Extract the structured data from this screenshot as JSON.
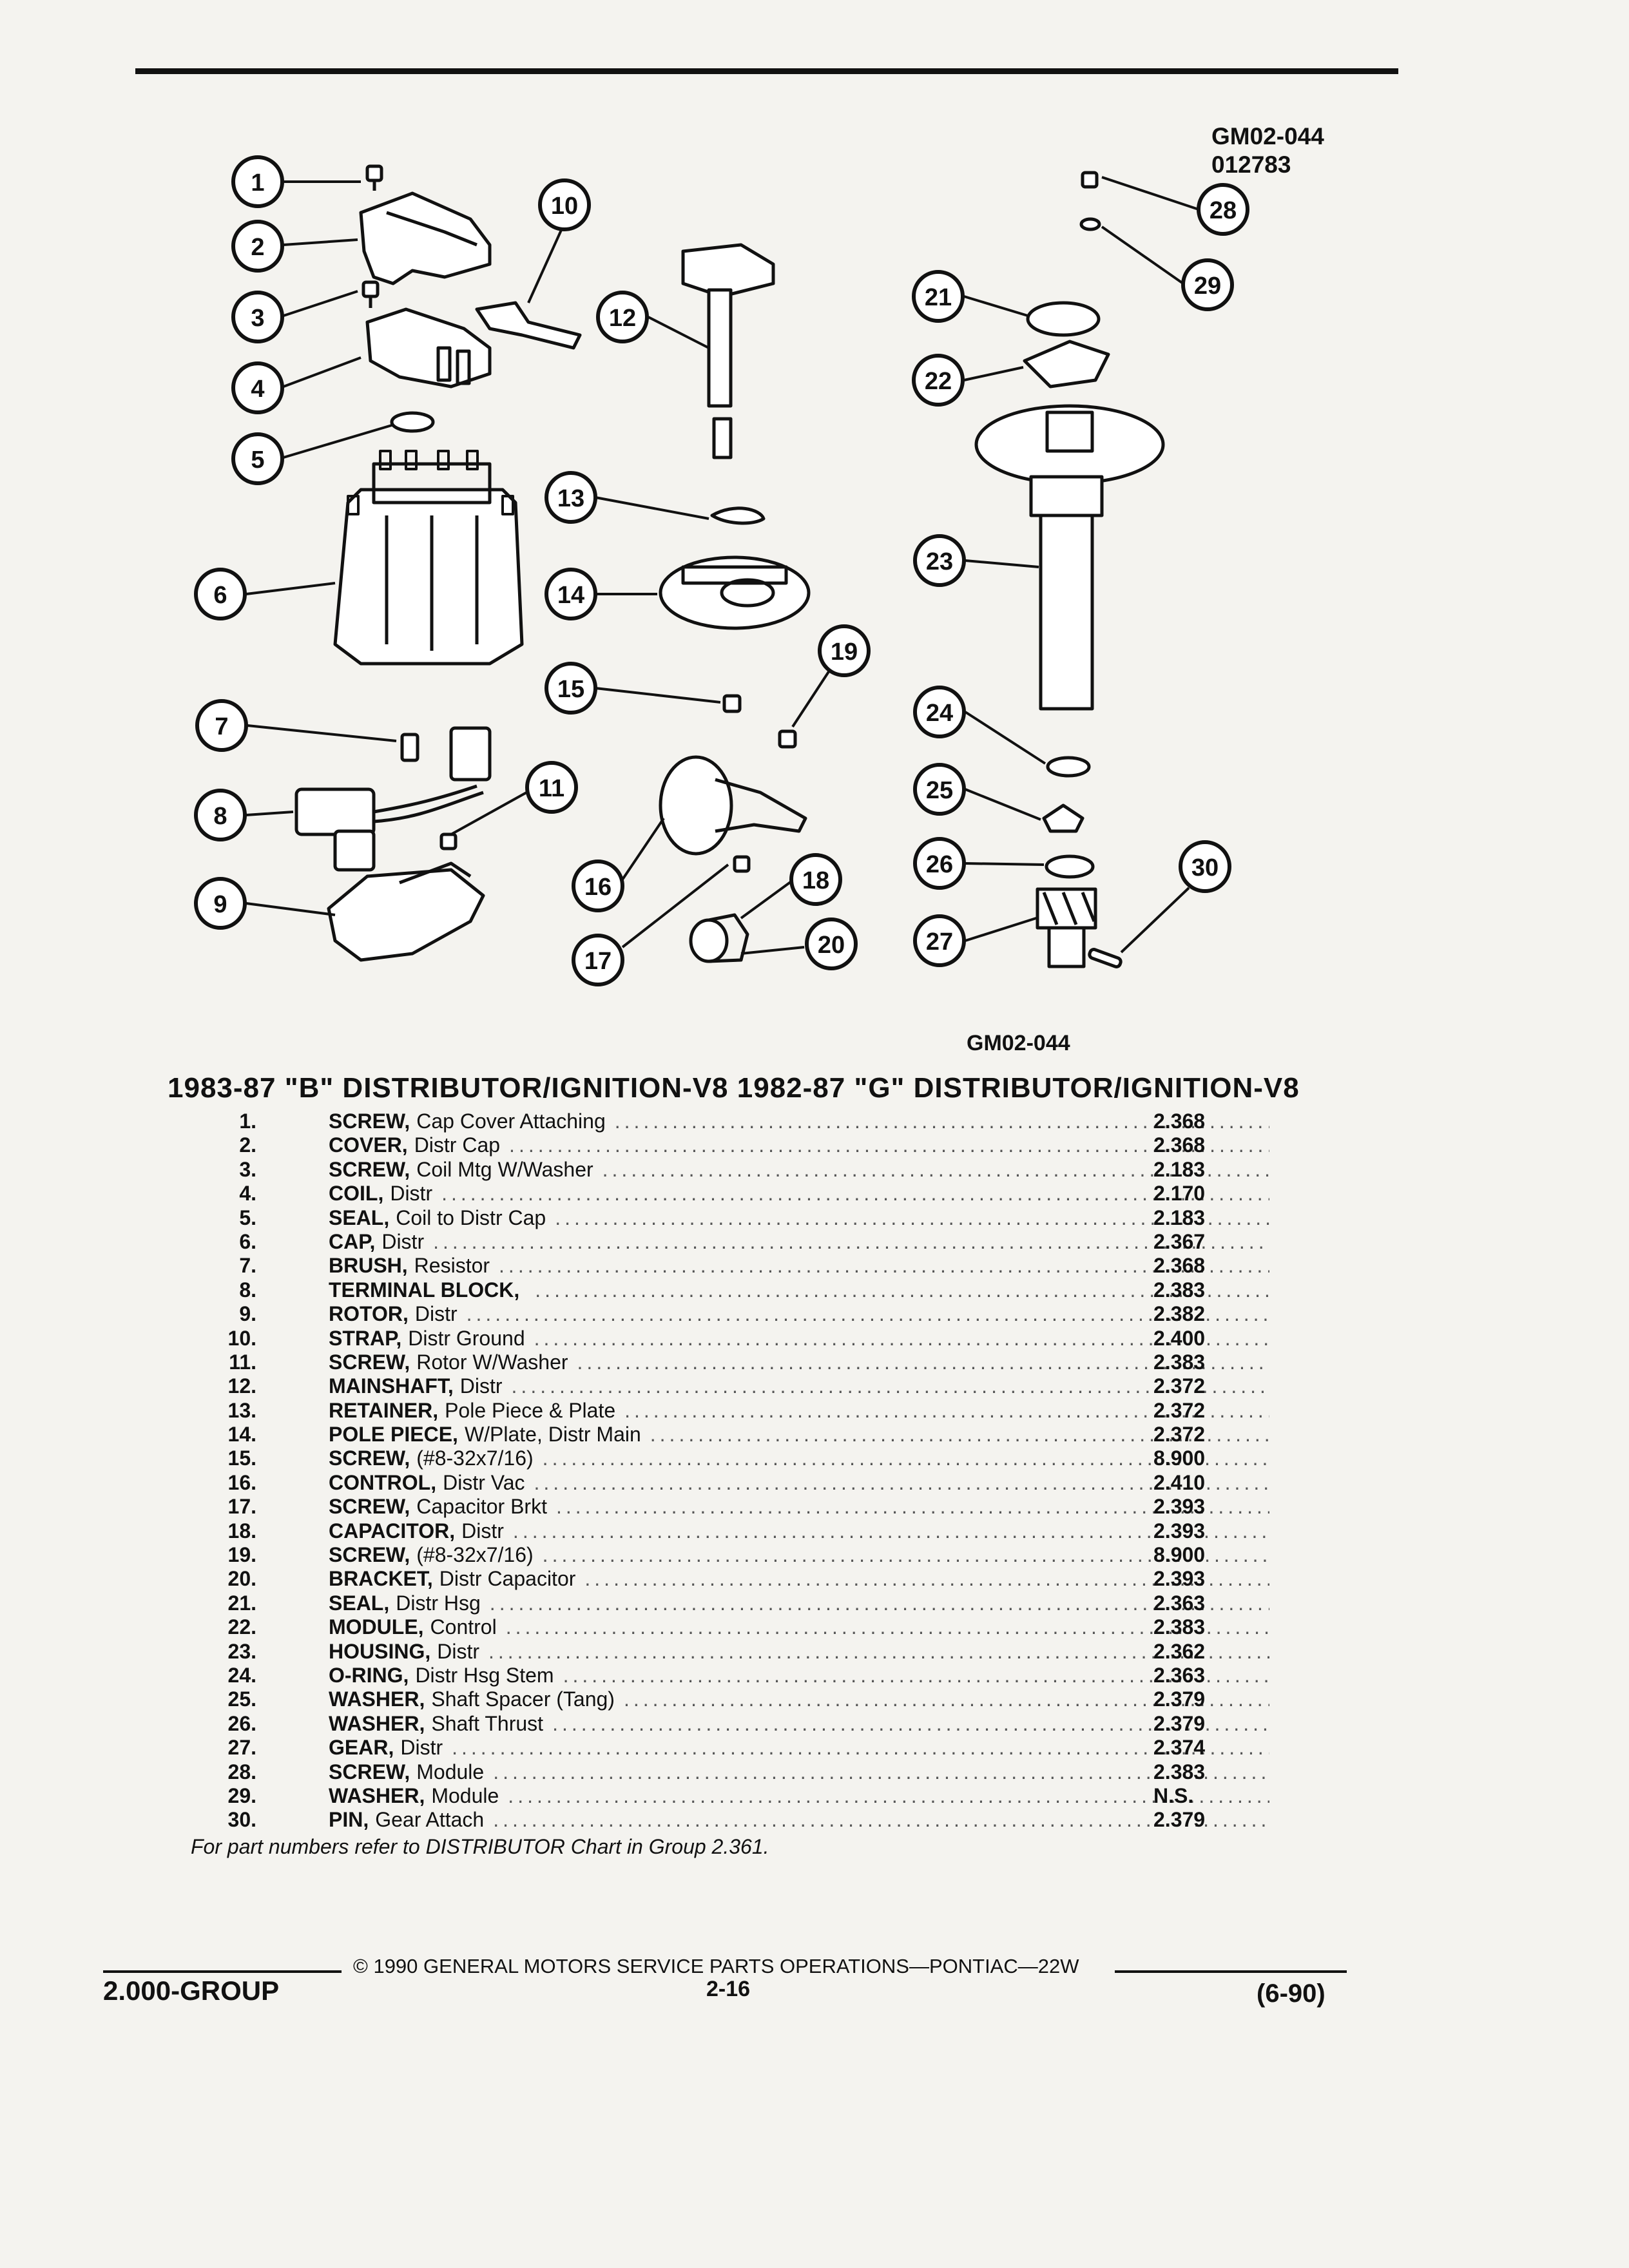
{
  "figure": {
    "code": "GM02-044",
    "date_code": "012783",
    "caption": "GM02-044",
    "callouts": [
      "1",
      "2",
      "3",
      "4",
      "5",
      "6",
      "7",
      "8",
      "9",
      "10",
      "11",
      "12",
      "13",
      "14",
      "15",
      "16",
      "17",
      "18",
      "19",
      "20",
      "21",
      "22",
      "23",
      "24",
      "25",
      "26",
      "27",
      "28",
      "29",
      "30"
    ]
  },
  "title": "1983-87 \"B\" DISTRIBUTOR/IGNITION-V8 1982-87 \"G\" DISTRIBUTOR/IGNITION-V8",
  "parts": [
    {
      "num": "1.",
      "name": "SCREW,",
      "detail": "Cap Cover Attaching",
      "group": "2.368"
    },
    {
      "num": "2.",
      "name": "COVER,",
      "detail": "Distr Cap",
      "group": "2.368"
    },
    {
      "num": "3.",
      "name": "SCREW,",
      "detail": "Coil Mtg W/Washer",
      "group": "2.183"
    },
    {
      "num": "4.",
      "name": "COIL,",
      "detail": "Distr",
      "group": "2.170"
    },
    {
      "num": "5.",
      "name": "SEAL,",
      "detail": "Coil to Distr Cap",
      "group": "2.183"
    },
    {
      "num": "6.",
      "name": "CAP,",
      "detail": "Distr",
      "group": "2.367"
    },
    {
      "num": "7.",
      "name": "BRUSH,",
      "detail": "Resistor",
      "group": "2.368"
    },
    {
      "num": "8.",
      "name": "TERMINAL BLOCK,",
      "detail": "",
      "group": "2.383"
    },
    {
      "num": "9.",
      "name": "ROTOR,",
      "detail": "Distr",
      "group": "2.382"
    },
    {
      "num": "10.",
      "name": "STRAP,",
      "detail": "Distr Ground",
      "group": "2.400"
    },
    {
      "num": "11.",
      "name": "SCREW,",
      "detail": "Rotor W/Washer",
      "group": "2.383"
    },
    {
      "num": "12.",
      "name": "MAINSHAFT,",
      "detail": "Distr",
      "group": "2.372"
    },
    {
      "num": "13.",
      "name": "RETAINER,",
      "detail": "Pole Piece & Plate",
      "group": "2.372"
    },
    {
      "num": "14.",
      "name": "POLE PIECE,",
      "detail": "W/Plate, Distr Main",
      "group": "2.372"
    },
    {
      "num": "15.",
      "name": "SCREW,",
      "detail": "(#8-32x7/16)",
      "group": "8.900"
    },
    {
      "num": "16.",
      "name": "CONTROL,",
      "detail": "Distr Vac",
      "group": "2.410"
    },
    {
      "num": "17.",
      "name": "SCREW,",
      "detail": "Capacitor Brkt",
      "group": "2.393"
    },
    {
      "num": "18.",
      "name": "CAPACITOR,",
      "detail": "Distr",
      "group": "2.393"
    },
    {
      "num": "19.",
      "name": "SCREW,",
      "detail": "(#8-32x7/16)",
      "group": "8.900"
    },
    {
      "num": "20.",
      "name": "BRACKET,",
      "detail": "Distr Capacitor",
      "group": "2.393"
    },
    {
      "num": "21.",
      "name": "SEAL,",
      "detail": "Distr Hsg",
      "group": "2.363"
    },
    {
      "num": "22.",
      "name": "MODULE,",
      "detail": "Control",
      "group": "2.383"
    },
    {
      "num": "23.",
      "name": "HOUSING,",
      "detail": "Distr",
      "group": "2.362"
    },
    {
      "num": "24.",
      "name": "O-RING,",
      "detail": "Distr Hsg Stem",
      "group": "2.363"
    },
    {
      "num": "25.",
      "name": "WASHER,",
      "detail": "Shaft Spacer (Tang)",
      "group": "2.379"
    },
    {
      "num": "26.",
      "name": "WASHER,",
      "detail": "Shaft Thrust",
      "group": "2.379"
    },
    {
      "num": "27.",
      "name": "GEAR,",
      "detail": "Distr",
      "group": "2.374"
    },
    {
      "num": "28.",
      "name": "SCREW,",
      "detail": "Module",
      "group": "2.383"
    },
    {
      "num": "29.",
      "name": "WASHER,",
      "detail": "Module",
      "group": "N.S."
    },
    {
      "num": "30.",
      "name": "PIN,",
      "detail": "Gear Attach",
      "group": "2.379"
    }
  ],
  "footnote": "For part numbers refer to DISTRIBUTOR Chart in Group 2.361.",
  "footer": {
    "copyright": "© 1990 GENERAL MOTORS SERVICE PARTS OPERATIONS—PONTIAC—22W",
    "group": "2.000-GROUP",
    "page": "2-16",
    "revision": "(6-90)"
  }
}
